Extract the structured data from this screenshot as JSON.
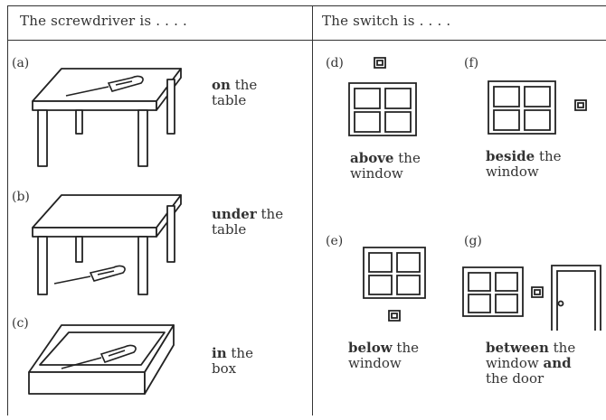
{
  "header": {
    "left": "The screwdriver is . . . .",
    "right": "The switch is . . . ."
  },
  "items": [
    {
      "tag": "(a)",
      "bold": "on",
      "rest": " the",
      "line2": "table"
    },
    {
      "tag": "(b)",
      "bold": "under",
      "rest": " the",
      "line2": "table"
    },
    {
      "tag": "(c)",
      "bold": "in",
      "rest": " the",
      "line2": "box"
    },
    {
      "tag": "(d)",
      "bold": "above",
      "rest": " the",
      "line2": "window"
    },
    {
      "tag": "(f)",
      "bold": "beside",
      "rest": " the",
      "line2": "window"
    },
    {
      "tag": "(e)",
      "bold": "below",
      "rest": " the",
      "line2": "window"
    },
    {
      "tag": "(g)",
      "bold": "between",
      "rest": " the",
      "line2a": "window ",
      "line2bold": "and",
      "line3": "the door"
    }
  ],
  "icons": {
    "table": "table-illustration",
    "box": "box-illustration",
    "screwdriver": "screwdriver-illustration",
    "window": "window-illustration",
    "switch": "switch-illustration",
    "door": "door-illustration"
  }
}
